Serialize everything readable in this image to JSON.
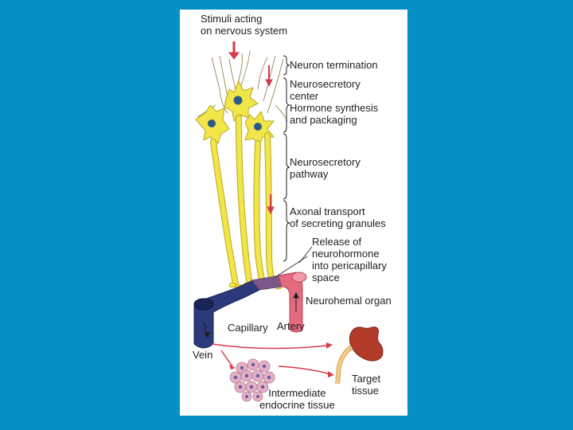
{
  "diagram": {
    "stimuli": [
      "Stimuli acting",
      "on nervous system"
    ],
    "neuron_termination": "Neuron termination",
    "neurosecretory_center": [
      "Neurosecretory",
      "center",
      "Hormone synthesis",
      "and packaging"
    ],
    "neurosecretory_pathway": [
      "Neurosecretory",
      "pathway"
    ],
    "axonal_transport": [
      "Axonal transport",
      "of secreting granules"
    ],
    "release": [
      "Release of",
      "neurohormone",
      "into pericapillary",
      "space"
    ],
    "neurohemal_organ": "Neurohemal organ",
    "capillary": "Capillary",
    "artery": "Artery",
    "vein": "Vein",
    "target_tissue": [
      "Target",
      "tissue"
    ],
    "intermediate": [
      "Intermediate",
      "endocrine tissue"
    ],
    "colors": {
      "background": "#0591c4",
      "neuron": "#f2e54a",
      "neuron_outline": "#b8a91e",
      "nucleus": "#2c5c86",
      "vein": "#2c3a7c",
      "artery": "#e46a7e",
      "arrow": "#d63b4d",
      "kidney": "#b23b2a",
      "cells": "#e4b0c6"
    }
  }
}
